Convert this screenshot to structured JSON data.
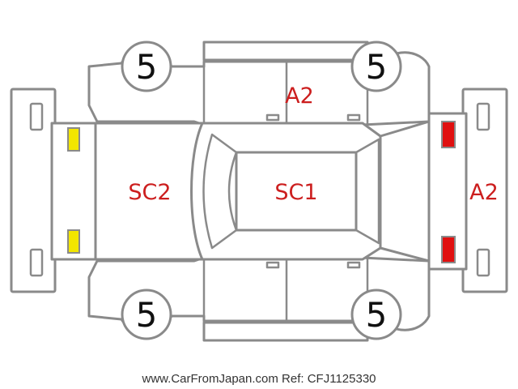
{
  "colors": {
    "outline": "#8a8a8a",
    "damage_code": "#cc1e1e",
    "front_lamp": "#f2e600",
    "rear_lamp": "#e01010"
  },
  "tires": {
    "front_left": "5",
    "front_right": "5",
    "rear_left": "5",
    "rear_right": "5"
  },
  "damage_codes": {
    "roof_front": "A2",
    "hood": "SC2",
    "roof": "SC1",
    "rear_bumper": "A2"
  },
  "footer": "www.CarFromJapan.com Ref: CFJ1125330"
}
